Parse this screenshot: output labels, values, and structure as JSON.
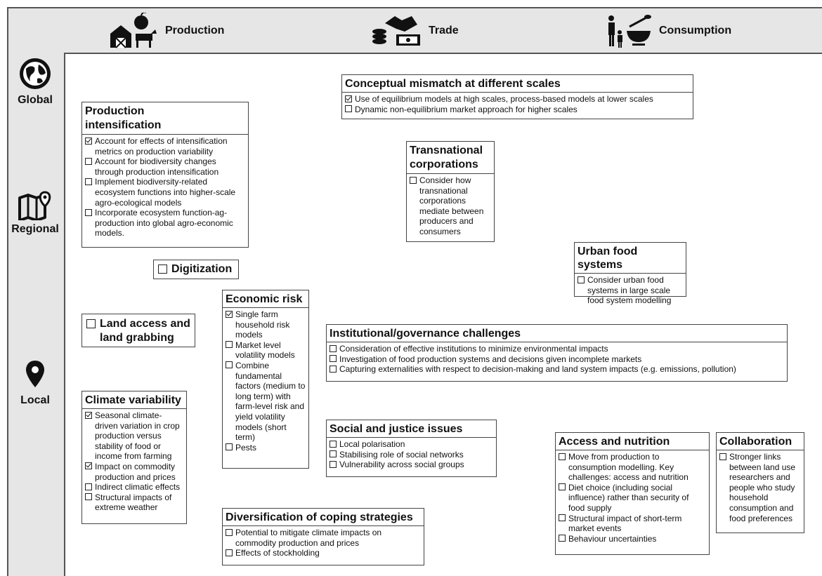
{
  "header": {
    "production": {
      "label": "Production",
      "icon": "barn-apple-goat-icon"
    },
    "trade": {
      "label": "Trade",
      "icon": "handshake-money-icon"
    },
    "consumption": {
      "label": "Consumption",
      "icon": "family-bowl-icon"
    }
  },
  "scales": {
    "global": {
      "label": "Global",
      "icon": "globe-icon"
    },
    "regional": {
      "label": "Regional",
      "icon": "map-pin-icon"
    },
    "local": {
      "label": "Local",
      "icon": "location-pin-icon"
    }
  },
  "boxes": {
    "conceptual": {
      "title": "Conceptual mismatch at different scales",
      "items": [
        {
          "text": "Use of equilibrium models at high scales, process-based models at lower scales",
          "checked": true
        },
        {
          "text": "Dynamic non-equilibrium market approach for higher scales",
          "checked": false
        }
      ]
    },
    "production": {
      "title": "Production intensification",
      "items": [
        {
          "text": "Account for effects of intensification metrics on production variability",
          "checked": true
        },
        {
          "text": "Account for biodiversity changes through production intensification",
          "checked": false
        },
        {
          "text": "Implement biodiversity-related ecosystem functions into higher-scale agro-ecological models",
          "checked": false
        },
        {
          "text": "Incorporate ecosystem function-ag-production into global agro-economic models.",
          "checked": false
        }
      ]
    },
    "transnational": {
      "title": "Transnational corporations",
      "items": [
        {
          "text": "Consider how transnational corporations mediate between producers and consumers",
          "checked": false
        }
      ]
    },
    "urban": {
      "title": "Urban food systems",
      "items": [
        {
          "text": "Consider urban food systems in large scale food system modelling",
          "checked": false
        }
      ]
    },
    "digitization": {
      "title": "Digitization"
    },
    "land": {
      "title": "Land access and land grabbing"
    },
    "economic": {
      "title": "Economic risk",
      "items": [
        {
          "text": "Single farm household risk models",
          "checked": true
        },
        {
          "text": "Market level volatility models",
          "checked": false
        },
        {
          "text": "Combine fundamental factors (medium to long term) with farm-level risk and yield volatility models (short term)",
          "checked": false
        },
        {
          "text": "Pests",
          "checked": false
        }
      ]
    },
    "institutional": {
      "title": "Institutional/governance challenges",
      "items": [
        {
          "text": "Consideration of effective institutions to minimize environmental impacts",
          "checked": false
        },
        {
          "text": "Investigation of food production systems and decisions given incomplete markets",
          "checked": false
        },
        {
          "text": "Capturing externalities with respect to decision-making and land system impacts (e.g. emissions, pollution)",
          "checked": false
        }
      ]
    },
    "climate": {
      "title": "Climate variability",
      "items": [
        {
          "text": "Seasonal climate-driven variation in crop production versus stability of food or income from farming",
          "checked": true
        },
        {
          "text": "Impact on commodity production and prices",
          "checked": true
        },
        {
          "text": "Indirect climatic effects",
          "checked": false
        },
        {
          "text": "Structural impacts of extreme weather",
          "checked": false
        }
      ]
    },
    "social": {
      "title": "Social and justice issues",
      "items": [
        {
          "text": "Local polarisation",
          "checked": false
        },
        {
          "text": "Stabilising role of social networks",
          "checked": false
        },
        {
          "text": "Vulnerability across social groups",
          "checked": false
        }
      ]
    },
    "access": {
      "title": "Access and nutrition",
      "items": [
        {
          "text": "Move from production to consumption modelling. Key challenges: access and nutrition",
          "checked": false
        },
        {
          "text": "Diet choice (including social influence) rather than security of food supply",
          "checked": false
        },
        {
          "text": "Structural impact of short-term market events",
          "checked": false
        },
        {
          "text": "Behaviour uncertainties",
          "checked": false
        }
      ]
    },
    "collaboration": {
      "title": "Collaboration",
      "items": [
        {
          "text": "Stronger links between land use researchers and people who study household consumption and food preferences",
          "checked": false
        }
      ]
    },
    "diversification": {
      "title": "Diversification of coping strategies",
      "items": [
        {
          "text": "Potential to mitigate climate impacts on commodity production and prices",
          "checked": false
        },
        {
          "text": "Effects of stockholding",
          "checked": false
        }
      ]
    }
  }
}
